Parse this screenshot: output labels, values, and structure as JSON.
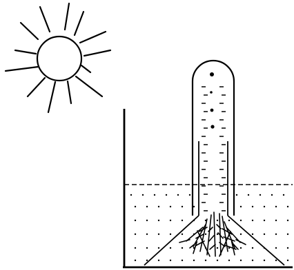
{
  "diagram": {
    "components": [
      "sun-icon",
      "beaker",
      "water",
      "funnel",
      "aquatic-plant",
      "inverted-test-tube",
      "gas-bubbles"
    ],
    "colors": {
      "stroke": "#000000",
      "background": "#ffffff"
    },
    "gas_bubble_count": 4
  }
}
